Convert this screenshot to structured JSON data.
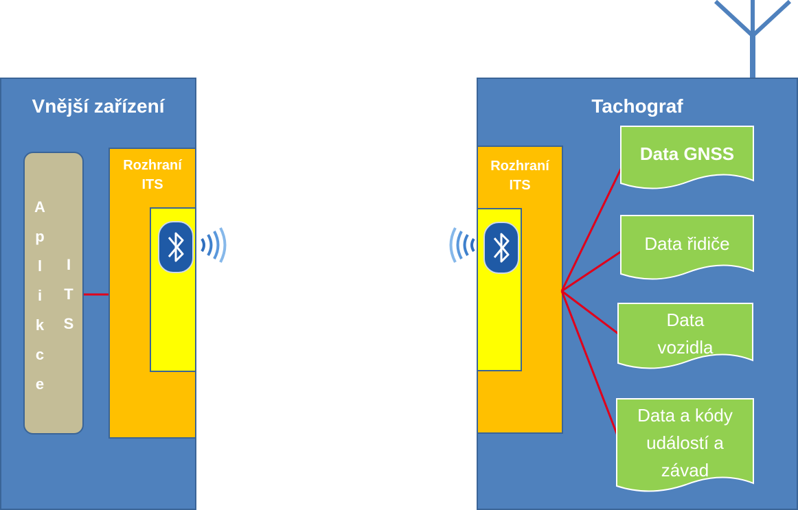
{
  "external_device": {
    "title": "Vnější zařízení",
    "app_letters_col1": [
      "A",
      "p",
      "l",
      "i",
      "k",
      "c",
      "e"
    ],
    "app_letters_col2": [
      "I",
      "T",
      "S"
    ],
    "interface_label": "Rozhraní\nITS"
  },
  "tachograph": {
    "title": "Tachograf",
    "interface_label": "Rozhraní\nITS",
    "data_items": [
      {
        "label": "Data GNSS",
        "bold": true
      },
      {
        "label": "Data řidiče",
        "bold": false
      },
      {
        "label": "Data\nvozidla",
        "bold": false
      },
      {
        "label": "Data a kódy\nudálostí a\nzávad",
        "bold": false
      }
    ]
  },
  "colors": {
    "device_fill": "#4f81bd",
    "interface_fill": "#ffc000",
    "bluetooth_module_fill": "#ffff00",
    "app_fill": "#c4bd97",
    "data_fill": "#92d050",
    "connector_line": "#e0001b",
    "antenna": "#4f81bd"
  },
  "icons": {
    "bluetooth": "bluetooth-icon",
    "signal": "wireless-signal-icon",
    "antenna": "antenna-icon"
  }
}
